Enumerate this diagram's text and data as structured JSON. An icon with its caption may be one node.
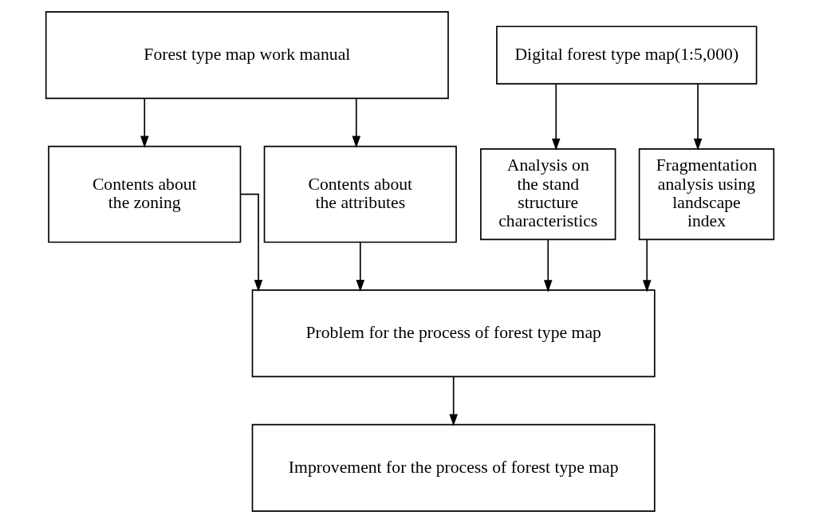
{
  "diagram": {
    "nodes": [
      {
        "text": [
          "Forest type map work manual"
        ]
      },
      {
        "text": [
          "Contents about the zoning"
        ]
      },
      {
        "text": [
          "Contents about the attributes"
        ]
      },
      {
        "text": [
          "Digital forest type map(1:5,000)"
        ]
      },
      {
        "text": [
          "Analysis on the stand structure characteristics"
        ]
      },
      {
        "text": [
          "Fragmentation analysis using landscape index"
        ]
      },
      {
        "text": [
          "Problem for the process of forest type map"
        ]
      },
      {
        "text": [
          "Improvement for the process of forest type map"
        ]
      }
    ],
    "edges": [
      {
        "from": 0,
        "to": 1,
        "arrow": "to"
      },
      {
        "from": 0,
        "to": 2,
        "arrow": "to"
      },
      {
        "from": 3,
        "to": 4,
        "arrow": "to"
      },
      {
        "from": 3,
        "to": 5,
        "arrow": "to"
      },
      {
        "from": 1,
        "to": 6,
        "arrow": "to"
      },
      {
        "from": 2,
        "to": 6,
        "arrow": "to"
      },
      {
        "from": 4,
        "to": 6,
        "arrow": "to"
      },
      {
        "from": 5,
        "to": 6,
        "arrow": "to"
      },
      {
        "from": 6,
        "to": 7,
        "arrow": "to"
      }
    ]
  }
}
